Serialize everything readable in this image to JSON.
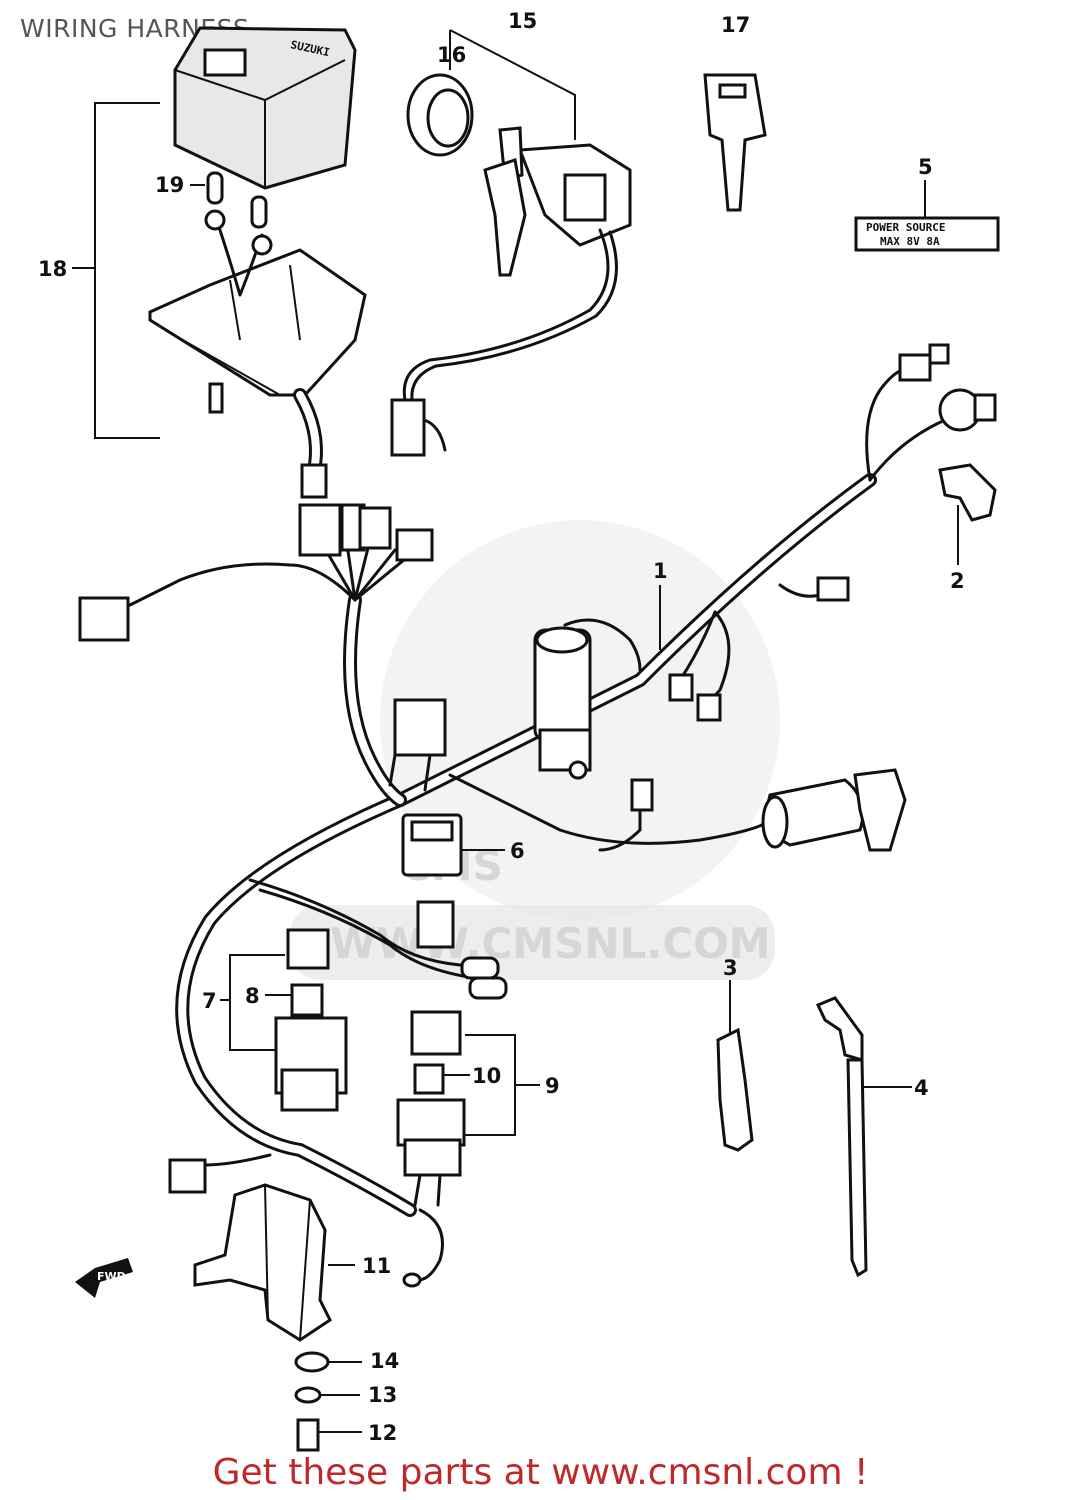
{
  "title": "WIRING HARNESS",
  "footer": "Get these parts at www.cmsnl.com !",
  "watermark": {
    "text": "WWW.CMSNL.COM",
    "brand": "CMS"
  },
  "decal_text": {
    "line1": "POWER   SOURCE",
    "line2": "MAX   8V  8A"
  },
  "fwd_arrow": "FWD",
  "cover_brand": "SUZUKI",
  "callouts": {
    "c1": "1",
    "c2": "2",
    "c3": "3",
    "c4": "4",
    "c5": "5",
    "c6": "6",
    "c7": "7",
    "c8": "8",
    "c9": "9",
    "c10": "10",
    "c11": "11",
    "c12": "12",
    "c13": "13",
    "c14": "14",
    "c15": "15",
    "c16": "16",
    "c17": "17",
    "c18": "18",
    "c19": "19"
  },
  "colors": {
    "footer": "#c0282a",
    "title": "#555555",
    "line": "#111111",
    "watermark": "#dcdcdc"
  }
}
